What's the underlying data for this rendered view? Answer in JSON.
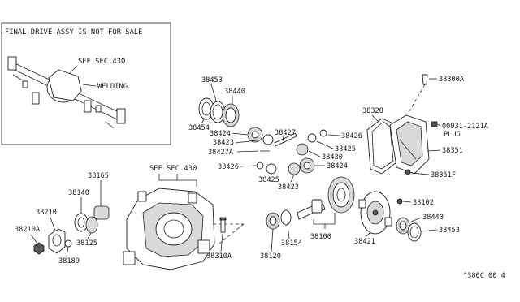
{
  "inset": {
    "note": "FINAL DRIVE ASSY IS NOT FOR SALE",
    "see_sec": "SEE SEC.430",
    "welding": "WELDING"
  },
  "main_see_sec": "SEE SEC.430",
  "parts": {
    "p38453_top": "38453",
    "p38440_top": "38440",
    "p38454": "38454",
    "p38424_a": "38424",
    "p38423_a": "38423",
    "p38427a": "38427A",
    "p38427": "38427",
    "p38426_a": "38426",
    "p38425_a": "38425",
    "p38430": "38430",
    "p38424_b": "38424",
    "p38426_b": "38426",
    "p38425_b": "38425",
    "p38423_b": "38423",
    "p38300a": "38300A",
    "p38320": "38320",
    "p00931": "00931-2121A",
    "p_plug": "PLUG",
    "p38351": "38351",
    "p38351f": "38351F",
    "p38165": "38165",
    "p38140": "38140",
    "p38210": "38210",
    "p38210a": "38210A",
    "p38125": "38125",
    "p38189": "38189",
    "p38310a": "38310A",
    "p38120": "38120",
    "p38154": "38154",
    "p38100": "38100",
    "p38102": "38102",
    "p38440_bot": "38440",
    "p38453_bot": "38453",
    "p38421": "38421"
  },
  "diagram_code": "^380C 00 4"
}
